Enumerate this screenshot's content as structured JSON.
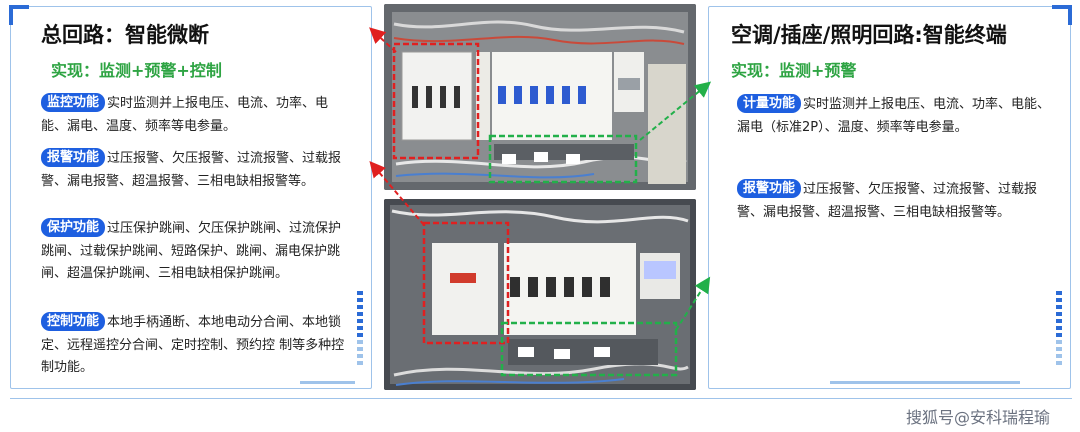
{
  "left_panel": {
    "title": "总回路：智能微断",
    "subtitle": "实现：监测+预警+控制",
    "features": [
      {
        "badge": "监控功能",
        "text": "实时监测并上报电压、电流、功率、电能、漏电、温度、频率等电参量。"
      },
      {
        "badge": "报警功能",
        "text": "过压报警、欠压报警、过流报警、过载报警、漏电报警、超温报警、三相电缺相报警等。"
      },
      {
        "badge": "保护功能",
        "text": "过压保护跳闸、欠压保护跳闸、过流保护跳闸、过载保护跳闸、短路保护、跳闸、漏电保护跳闸、超温保护跳闸、三相电缺相保护跳闸。"
      },
      {
        "badge": "控制功能",
        "text": "本地手柄通断、本地电动分合闸、本地锁定、远程遥控分合闸、定时控制、预约控 制等多种控制功能。"
      }
    ]
  },
  "right_panel": {
    "title": "空调/插座/照明回路:智能终端",
    "subtitle": "实现：监测+预警",
    "features": [
      {
        "badge": "计量功能",
        "text": "实时监测并上报电压、电流、功率、电能、漏电（标准2P）、温度、频率等电参量。"
      },
      {
        "badge": "报警功能",
        "text": "过压报警、欠压报警、过流报警、过载报警、漏电报警、超温报警、三相电缺相报警等。"
      }
    ]
  },
  "watermark": "搜狐号@安科瑞程瑜",
  "colors": {
    "accent_blue": "#1e5fe0",
    "subtitle_green": "#2ea443",
    "annotation_red": "#e02020",
    "annotation_green": "#22b04a",
    "panel_border": "#9fc3ea"
  }
}
